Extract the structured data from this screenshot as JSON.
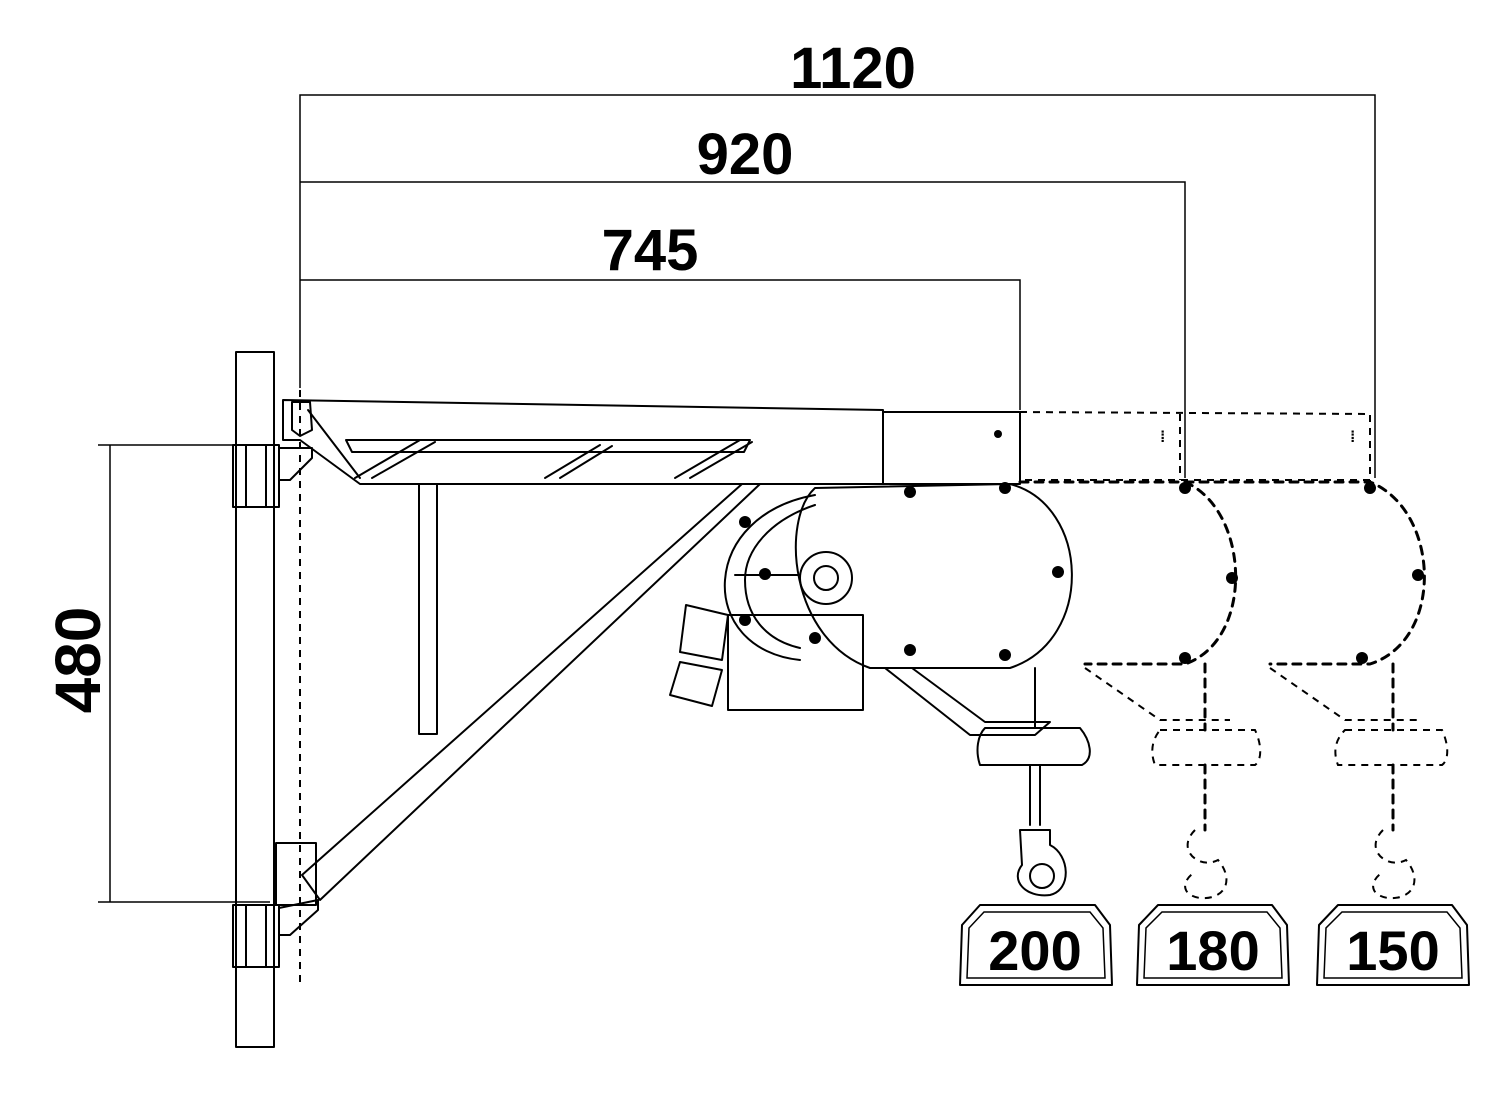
{
  "dimensions": {
    "reach_max": "1120",
    "reach_mid": "920",
    "reach_min": "745",
    "height": "480"
  },
  "loads": [
    {
      "label": "200"
    },
    {
      "label": "180"
    },
    {
      "label": "150"
    }
  ]
}
